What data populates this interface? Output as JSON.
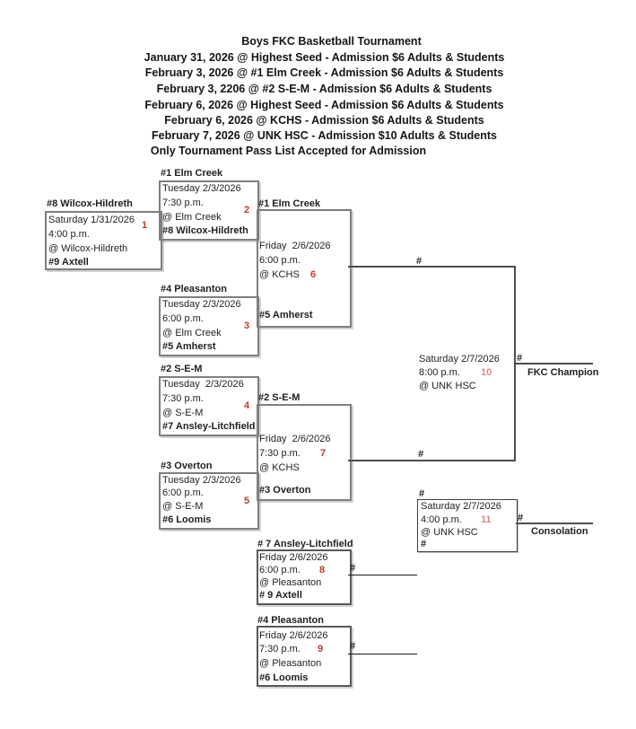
{
  "header": {
    "title": "Boys FKC Basketball Tournament",
    "lines": [
      "January 31, 2026 @ Highest Seed - Admission $6 Adults & Students",
      "February 3, 2026 @ #1 Elm Creek - Admission $6 Adults & Students",
      "February 3, 2206 @ #2 S-E-M - Admission $6 Adults & Students",
      "February 6, 2026 @ Highest Seed - Admission $6 Adults & Students",
      "February 6, 2026 @ KCHS - Admission $6 Adults & Students",
      "February 7, 2026 @ UNK HSC - Admission $10 Adults & Students"
    ],
    "footnote": "Only Tournament Pass List Accepted for Admission"
  },
  "colors": {
    "text": "#1f1f1f",
    "game_number_red": "#c0392b",
    "final_number_red": "#d98a8a",
    "box_border_gray": "#7f7f7f",
    "connector_dark": "#4d4d4d"
  },
  "games": {
    "g1": {
      "number": "1",
      "top_team": "#8 Wilcox-Hildreth",
      "date": "Saturday 1/31/2026",
      "time": "4:00 p.m.",
      "venue": "@ Wilcox-Hildreth",
      "bottom_team": "#9 Axtell"
    },
    "g2": {
      "number": "2",
      "top_team": "#1 Elm Creek",
      "date": "Tuesday 2/3/2026",
      "time": "7:30 p.m.",
      "venue": "@ Elm Creek",
      "bottom_team": "#8 Wilcox-Hildreth"
    },
    "g3": {
      "number": "3",
      "top_team": "#4 Pleasanton",
      "date": "Tuesday 2/3/2026",
      "time": "6:00 p.m.",
      "venue": "@ Elm Creek",
      "bottom_team": "#5 Amherst"
    },
    "g4": {
      "number": "4",
      "top_team": "#2 S-E-M",
      "date": "Tuesday  2/3/2026",
      "time": "7:30 p.m.",
      "venue": "@ S-E-M",
      "bottom_team": "#7 Ansley-Litchfield"
    },
    "g5": {
      "number": "5",
      "top_team": "#3 Overton",
      "date": "Tuesday 2/3/2026",
      "time": "6:00 p.m.",
      "venue": "@ S-E-M",
      "bottom_team": "#6 Loomis"
    },
    "g6": {
      "number": "6",
      "top_team": "#1 Elm Creek",
      "date": "Friday  2/6/2026",
      "time": "6:00 p.m.",
      "venue": "@ KCHS",
      "bottom_team": "#5 Amherst",
      "winner": "#"
    },
    "g7": {
      "number": "7",
      "top_team": "#2 S-E-M",
      "date": "Friday  2/6/2026",
      "time": "7:30 p.m.",
      "venue": "@ KCHS",
      "bottom_team": "#3 Overton",
      "winner": "#"
    },
    "g8": {
      "number": "8",
      "top_team": "# 7 Ansley-Litchfield",
      "date": "Friday 2/6/2026",
      "time": "6:00 p.m.",
      "venue": "@ Pleasanton",
      "bottom_team": "# 9 Axtell",
      "winner": "#"
    },
    "g9": {
      "number": "9",
      "top_team": "#4 Pleasanton",
      "date": "Friday 2/6/2026",
      "time": "7:30 p.m.",
      "venue": "@ Pleasanton",
      "bottom_team": "#6 Loomis",
      "winner": "#"
    },
    "g10": {
      "number": "10",
      "date": "Saturday 2/7/2026",
      "time": "8:00 p.m.",
      "venue": "@ UNK HSC",
      "winner": "#",
      "title": "FKC Champion"
    },
    "g11": {
      "number": "11",
      "top_slot": "#",
      "date": "Saturday 2/7/2026",
      "time": "4:00 p.m.",
      "venue": "@ UNK HSC",
      "bottom_slot": "#",
      "winner": "#",
      "title": "Consolation"
    }
  }
}
